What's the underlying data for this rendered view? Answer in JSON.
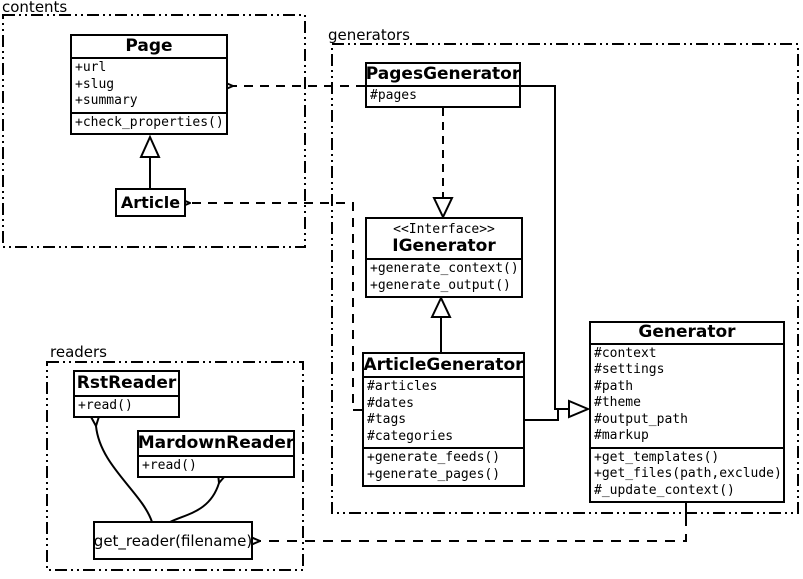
{
  "diagram": {
    "packages": {
      "contents": {
        "label": "contents"
      },
      "generators": {
        "label": "generators"
      },
      "readers": {
        "label": "readers"
      }
    },
    "classes": {
      "page": {
        "name": "Page",
        "attributes": [
          "+url",
          "+slug",
          "+summary"
        ],
        "methods": [
          "+check_properties()"
        ]
      },
      "article": {
        "name": "Article"
      },
      "pages_generator": {
        "name": "PagesGenerator",
        "attributes": [
          "#pages"
        ]
      },
      "igenerator": {
        "stereotype": "<<Interface>>",
        "name": "IGenerator",
        "methods": [
          "+generate_context()",
          "+generate_output()"
        ]
      },
      "article_generator": {
        "name": "ArticleGenerator",
        "attributes": [
          "#articles",
          "#dates",
          "#tags",
          "#categories"
        ],
        "methods": [
          "+generate_feeds()",
          "+generate_pages()"
        ]
      },
      "generator": {
        "name": "Generator",
        "attributes": [
          "#context",
          "#settings",
          "#path",
          "#theme",
          "#output_path",
          "#markup"
        ],
        "methods": [
          "+get_templates()",
          "+get_files(path,exclude)",
          "#_update_context()"
        ]
      },
      "rst_reader": {
        "name": "RstReader",
        "methods": [
          "+read()"
        ]
      },
      "markdown_reader": {
        "name": "MardownReader",
        "methods": [
          "+read()"
        ]
      },
      "get_reader": {
        "label": "get_reader(filename)"
      }
    },
    "colors": {
      "line": "#000000",
      "background": "#ffffff"
    }
  }
}
